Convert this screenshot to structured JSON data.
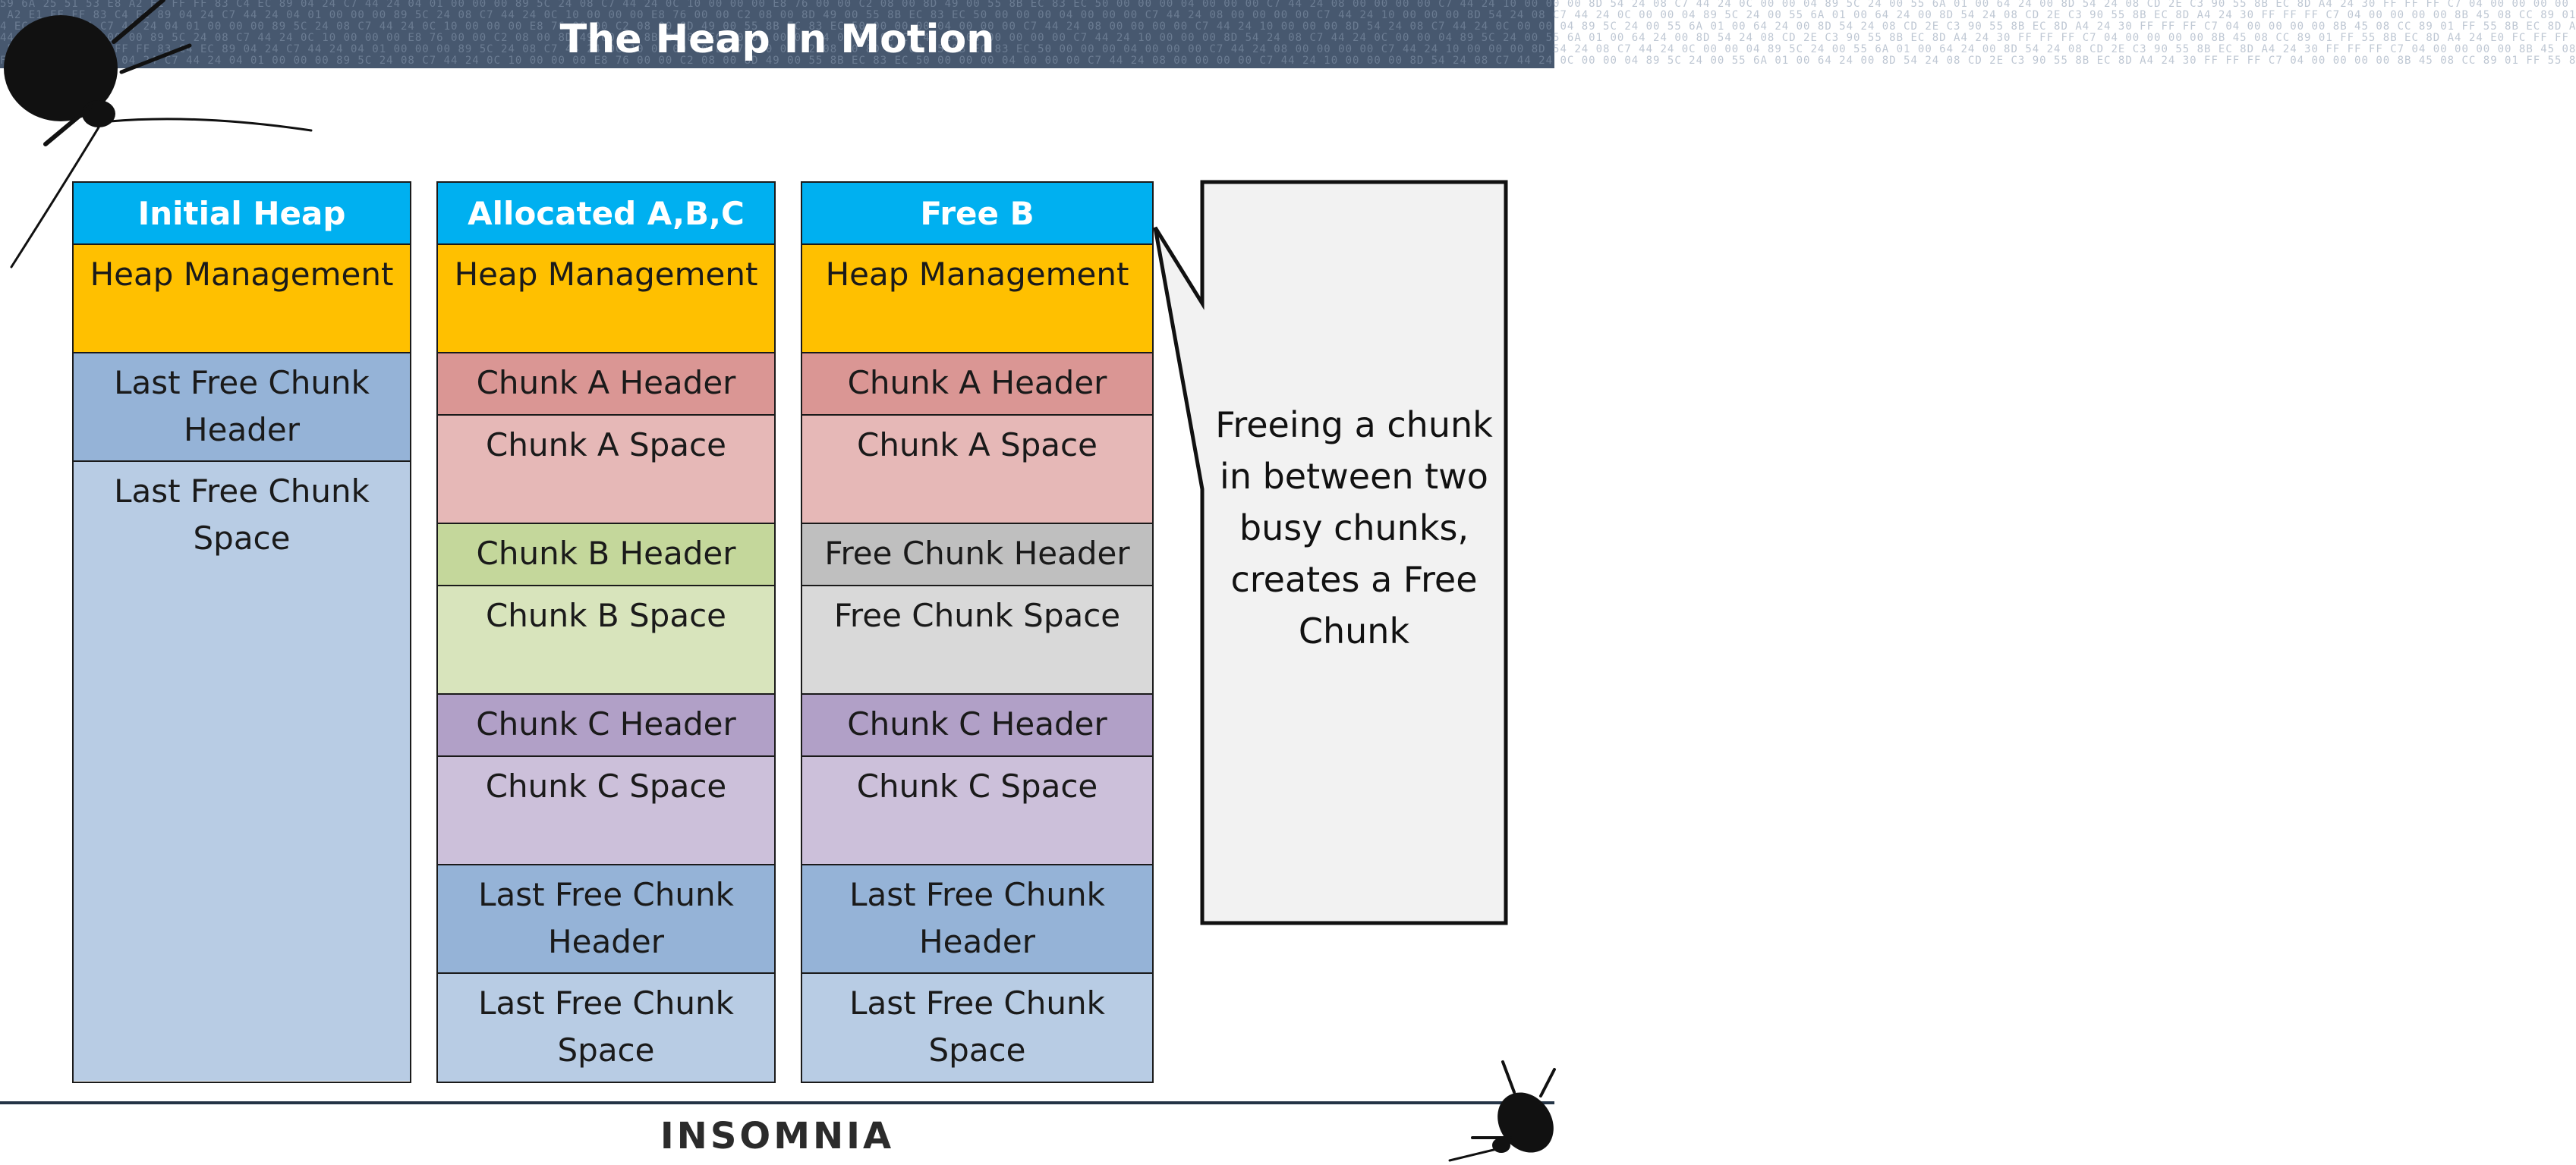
{
  "slide": {
    "title": "The Heap In Motion",
    "footer_logo": "INSOMNIA",
    "banner_hex": "59 6A 25 51 53 E8 A2 E1 FF FF 83 C4 EC 89 04 24 C7 44 24 04 01 00 00 00 89 5C 24 08 C7 44 24 0C 10 00 00 00 E8 76 00 00 C2 08 00 8D 49 00 55 8B EC 83 EC 50 00 00 00 04 00 00 00 C7 44 24 08 00 00 00 00 C7 44 24 10 00 00 00 8D 54 24 08 C7 44 24 0C 00 00 04 89 5C 24 00 55 6A 01 00 64 24 00 8D 54 24 08 CD 2E C3 90 55 8B EC 8D A4 24 30 FF FF FF C7 04 00 00 00 00 8B 45 08 CC 89 01 FF 55 8B EC 8D A4 24 E0 FC FF FF 54 E8 16 01 00 00 83 84 24 00 00 00 00 6A 00 6A 01 8D 4D 0C 50 FF 74 24 00 51 8B EC 8D E0 FF FF 50 E8 AF FF FF CC 90 BA 4D 10 1C 77 EB 08 90 BA 74 10 2C 77 EB 00 55 8B EC 50 FF 75 08 E8 83 C4 10 59 5D C3"
  },
  "columns": [
    {
      "id": "initial",
      "title": "Initial Heap",
      "blocks": [
        {
          "key": "mgmt",
          "label": "Heap Management"
        },
        {
          "key": "lfc_header",
          "label": "Last Free Chunk Header"
        },
        {
          "key": "lfc_space",
          "label": "Last Free Chunk Space"
        }
      ]
    },
    {
      "id": "allocated",
      "title": "Allocated A,B,C",
      "blocks": [
        {
          "key": "mgmt",
          "label": "Heap Management"
        },
        {
          "key": "a_header",
          "label": "Chunk A Header"
        },
        {
          "key": "a_space",
          "label": "Chunk A Space"
        },
        {
          "key": "b_header",
          "label": "Chunk B Header"
        },
        {
          "key": "b_space",
          "label": "Chunk B Space"
        },
        {
          "key": "c_header",
          "label": "Chunk C Header"
        },
        {
          "key": "c_space",
          "label": "Chunk C Space"
        },
        {
          "key": "lfc_header",
          "label": "Last Free Chunk Header"
        },
        {
          "key": "lfc_space",
          "label": "Last Free Chunk Space"
        }
      ]
    },
    {
      "id": "free_b",
      "title": "Free B",
      "blocks": [
        {
          "key": "mgmt",
          "label": "Heap Management"
        },
        {
          "key": "a_header",
          "label": "Chunk A Header"
        },
        {
          "key": "a_space",
          "label": "Chunk A Space"
        },
        {
          "key": "free_header",
          "label": "Free Chunk Header"
        },
        {
          "key": "free_space",
          "label": "Free Chunk Space"
        },
        {
          "key": "c_header",
          "label": "Chunk C Header"
        },
        {
          "key": "c_space",
          "label": "Chunk C Space"
        },
        {
          "key": "lfc_header",
          "label": "Last Free Chunk Header"
        },
        {
          "key": "lfc_space",
          "label": "Last Free Chunk Space"
        }
      ]
    }
  ],
  "callout": {
    "text": "Freeing a chunk in between two busy chunks, creates a Free Chunk"
  },
  "colors": {
    "banner": "#47586f",
    "column_header": "#00b0f0",
    "heap_management": "#ffc000",
    "last_free_header": "#95b3d7",
    "last_free_space": "#b8cce4",
    "chunk_a_header": "#da9694",
    "chunk_a_space": "#e6b8b7",
    "chunk_b_header": "#c4d79b",
    "chunk_b_space": "#d8e4bc",
    "chunk_c_header": "#b1a0c7",
    "chunk_c_space": "#ccc0da",
    "free_header": "#bfbfbf",
    "free_space": "#d9d9d9",
    "callout_fill": "#f2f2f2"
  },
  "icons": [
    "cockroach-icon"
  ]
}
